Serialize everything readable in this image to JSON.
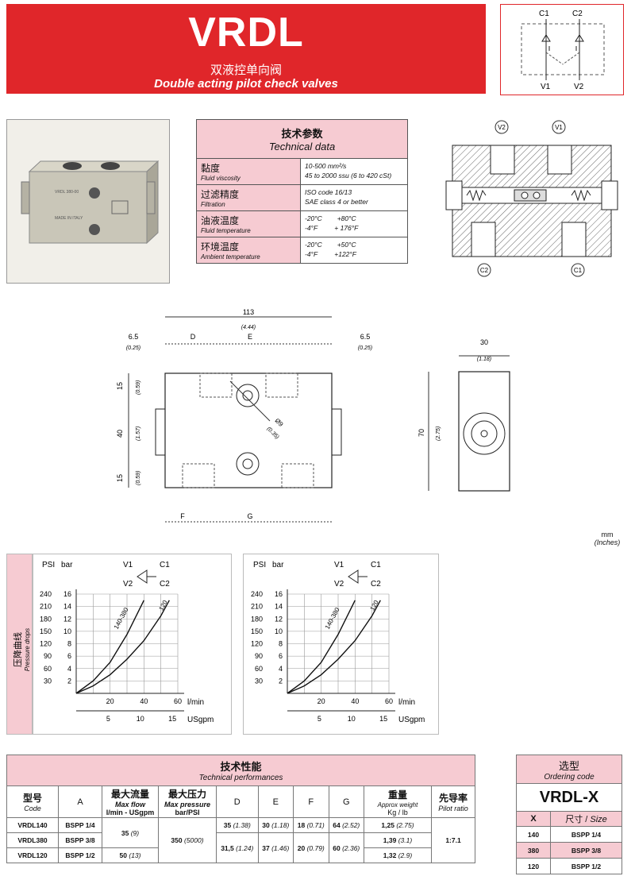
{
  "header": {
    "model": "VRDL",
    "title_cn": "双液控单向阀",
    "title_en": "Double acting pilot check valves"
  },
  "symbol": {
    "c1": "C1",
    "c2": "C2",
    "v1": "V1",
    "v2": "V2"
  },
  "tech_data": {
    "title_cn": "技术参数",
    "title_en": "Technical data",
    "rows": [
      {
        "cn": "黏度",
        "en": "Fluid viscosity",
        "v1": "10-500 mm²/s",
        "v2": "45 to 2000 ssu (6 to 420 cSt)"
      },
      {
        "cn": "过滤精度",
        "en": "Filtration",
        "v1": "ISO code 16/13",
        "v2": "SAE class 4 or better"
      },
      {
        "cn": "油液温度",
        "en": "Fluid temperature",
        "v1": "-20°C        +80°C",
        "v2": "-4°F         + 176°F"
      },
      {
        "cn": "环境温度",
        "en": "Ambient temperature",
        "v1": "-20°C        +50°C",
        "v2": "-4°F         +122°F"
      }
    ]
  },
  "photo": {
    "engraving": "VRDL 380-00",
    "made": "MADE IN ITALY"
  },
  "section_labels": {
    "v2": "V2",
    "v1": "V1",
    "c2": "C2",
    "c1": "C1"
  },
  "dims": {
    "total": "113",
    "total_in": "(4.44)",
    "left_off": "6.5",
    "left_off_in": "(0.25)",
    "right_off": "6.5",
    "right_off_in": "(0.25)",
    "d": "D",
    "e": "E",
    "f": "F",
    "g": "G",
    "h_top": "15",
    "h_top_in": "(0.59)",
    "h_mid": "40",
    "h_mid_in": "(1.57)",
    "h_bot": "15",
    "h_bot_in": "(0.59)",
    "hole": "Ø9",
    "hole_in": "(0.35)",
    "width": "30",
    "width_in": "(1.18)",
    "height": "70",
    "height_in": "(2.75)"
  },
  "units": {
    "mm": "mm",
    "inches": "(Inches)"
  },
  "pressure_side": {
    "cn": "压降曲线",
    "en": "Pressure drops"
  },
  "chart_data": [
    {
      "type": "line",
      "flow": {
        "from": "V1",
        "to": "C1",
        "from2": "V2",
        "to2": "C2"
      },
      "y_labels": {
        "psi": "PSI",
        "bar": "bar"
      },
      "y_ticks_psi": [
        30,
        60,
        90,
        120,
        150,
        180,
        210,
        240
      ],
      "y_ticks_bar": [
        2,
        4,
        6,
        8,
        10,
        12,
        14,
        16
      ],
      "x_ticks_lmin": [
        20,
        40,
        60
      ],
      "x_ticks_usgpm": [
        5,
        10,
        15
      ],
      "x_label": "l/min",
      "x2_label": "USgpm",
      "ylim": [
        0,
        16
      ],
      "xlim": [
        0,
        60
      ],
      "series": [
        {
          "name": "140-380",
          "x": [
            0,
            10,
            20,
            30,
            40
          ],
          "y": [
            0,
            2,
            5,
            9.5,
            15
          ]
        },
        {
          "name": "120",
          "x": [
            0,
            10,
            20,
            30,
            40,
            50,
            55
          ],
          "y": [
            0,
            1.2,
            3,
            5.5,
            8.5,
            12.5,
            15
          ]
        }
      ]
    },
    {
      "type": "line",
      "flow": {
        "from": "V1",
        "to": "C1",
        "from2": "V2",
        "to2": "C2"
      },
      "y_labels": {
        "psi": "PSI",
        "bar": "bar"
      },
      "y_ticks_psi": [
        30,
        60,
        90,
        120,
        150,
        180,
        210,
        240
      ],
      "y_ticks_bar": [
        2,
        4,
        6,
        8,
        10,
        12,
        14,
        16
      ],
      "x_ticks_lmin": [
        20,
        40,
        60
      ],
      "x_ticks_usgpm": [
        5,
        10,
        15
      ],
      "x_label": "l/min",
      "x2_label": "USgpm",
      "ylim": [
        0,
        16
      ],
      "xlim": [
        0,
        60
      ],
      "series": [
        {
          "name": "140-380",
          "x": [
            0,
            10,
            20,
            30,
            40
          ],
          "y": [
            0,
            2,
            5,
            9.5,
            15
          ]
        },
        {
          "name": "120",
          "x": [
            0,
            10,
            20,
            30,
            40,
            50,
            55
          ],
          "y": [
            0,
            1.2,
            3,
            5.5,
            8.5,
            12.5,
            15
          ]
        }
      ]
    }
  ],
  "performance": {
    "title_cn": "技术性能",
    "title_en": "Technical performances",
    "cols": {
      "code_cn": "型号",
      "code_en": "Code",
      "a": "A",
      "flow_cn": "最大流量",
      "flow_en1": "Max flow",
      "flow_en2": "l/min - USgpm",
      "press_cn": "最大压力",
      "press_en1": "Max pressure",
      "press_en2": "bar/PSI",
      "d": "D",
      "e": "E",
      "f": "F",
      "g": "G",
      "weight_cn": "重量",
      "weight_en1": "Approx weight",
      "weight_en2": "Kg / lb",
      "ratio_cn": "先导率",
      "ratio_en": "Pilot ratio"
    },
    "rows": [
      {
        "code": "VRDL140",
        "a": "BSPP 1/4",
        "d": "35",
        "d_in": "(1.38)",
        "e": "30",
        "e_in": "(1.18)",
        "f": "18",
        "f_in": "(0.71)",
        "g": "64",
        "g_in": "(2.52)",
        "w": "1,25",
        "w_in": "(2.75)"
      },
      {
        "code": "VRDL380",
        "a": "BSPP 3/8",
        "w": "1,39",
        "w_in": "(3.1)"
      },
      {
        "code": "VRDL120",
        "a": "BSPP 1/2",
        "w": "1,32",
        "w_in": "(2.9)"
      }
    ],
    "flow_a": "35",
    "flow_a_in": "(9)",
    "flow_b": "50",
    "flow_b_in": "(13)",
    "pressure": "350",
    "pressure_in": "(5000)",
    "d2": "31,5",
    "d2_in": "(1.24)",
    "e2": "37",
    "e2_in": "(1.46)",
    "f2": "20",
    "f2_in": "(0.79)",
    "g2": "60",
    "g2_in": "(2.36)",
    "ratio": "1:7.1"
  },
  "ordering": {
    "title_cn": "选型",
    "title_en": "Ordering code",
    "code": "VRDL-X",
    "x": "X",
    "size_cn": "尺寸",
    "size_en": "Size",
    "rows": [
      {
        "x": "140",
        "size": "BSPP 1/4"
      },
      {
        "x": "380",
        "size": "BSPP 3/8"
      },
      {
        "x": "120",
        "size": "BSPP 1/2"
      }
    ]
  }
}
